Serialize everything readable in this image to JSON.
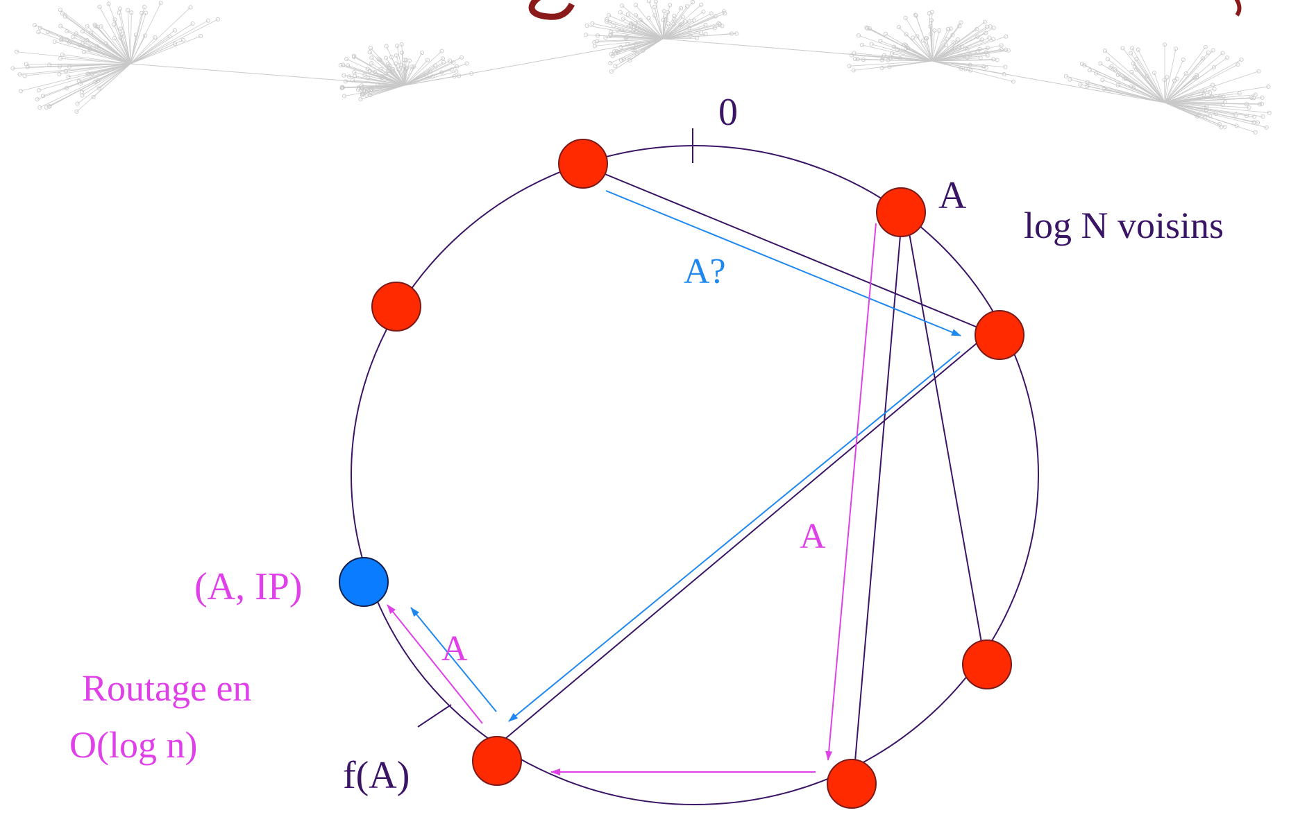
{
  "colors": {
    "ring": "#3a1566",
    "node": "#ff2a00",
    "node_stroke": "#7a1a1a",
    "target": "#0a7cff",
    "query": "#1f88f0",
    "reply": "#e040e8",
    "text_dark": "#3a1566",
    "banner": "#c9c9c9",
    "title_fragment": "#8b1a1a"
  },
  "labels": {
    "zero": "0",
    "node_a": "A",
    "neighbors": "log N voisins",
    "query": "A?",
    "forward": "A",
    "target_pair": "(A, IP)",
    "reply": "A",
    "routing_line1": "Routage en",
    "routing_line2": "O(log n)",
    "fa": "f(A)"
  },
  "icons": {
    "banner": "network-graph-banner",
    "title": "cropped-title-fragment"
  }
}
